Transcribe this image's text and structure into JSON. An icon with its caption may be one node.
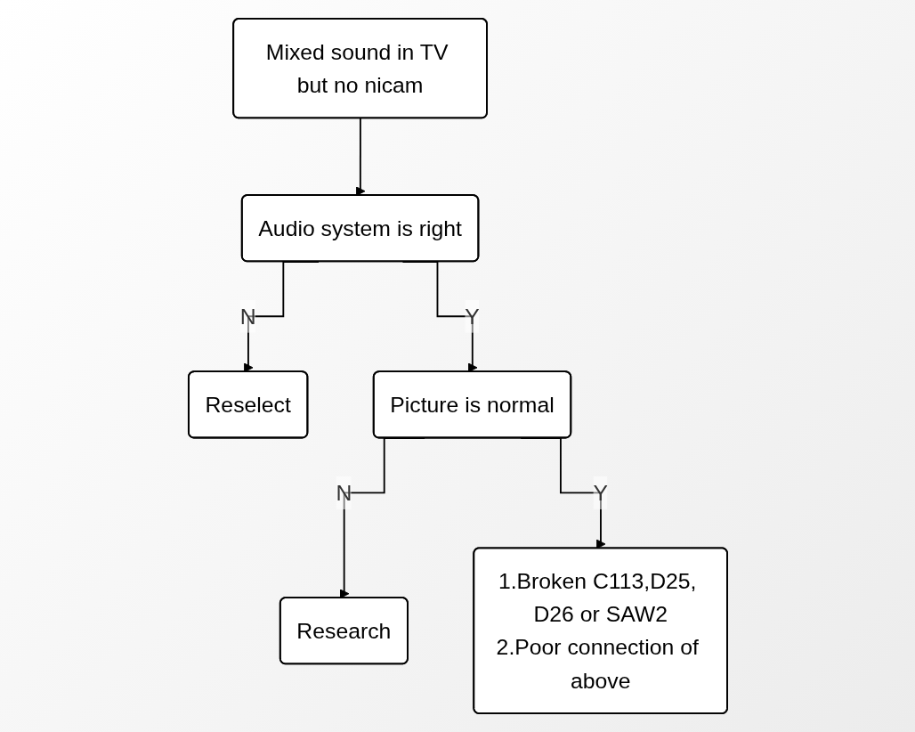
{
  "diagram": {
    "nodes": [
      {
        "text": [
          "Mixed sound in TV but no nicam"
        ]
      },
      {
        "text": [
          "Audio system is right"
        ]
      },
      {
        "text": [
          "Reselect"
        ]
      },
      {
        "text": [
          "Picture is normal"
        ]
      },
      {
        "text": [
          "Research"
        ]
      },
      {
        "text": [
          "1.Broken C113,D25, D26 or SAW2",
          "2.Poor connection of above"
        ]
      }
    ],
    "edges": [
      {
        "from": 0,
        "to": 1,
        "arrow": "to"
      },
      {
        "from": 1,
        "to": 2,
        "arrow": "to",
        "label": "N"
      },
      {
        "from": 1,
        "to": 3,
        "arrow": "to",
        "label": "Y"
      },
      {
        "from": 3,
        "to": 4,
        "arrow": "to",
        "label": "N"
      },
      {
        "from": 3,
        "to": 5,
        "arrow": "to",
        "label": "Y"
      }
    ]
  }
}
